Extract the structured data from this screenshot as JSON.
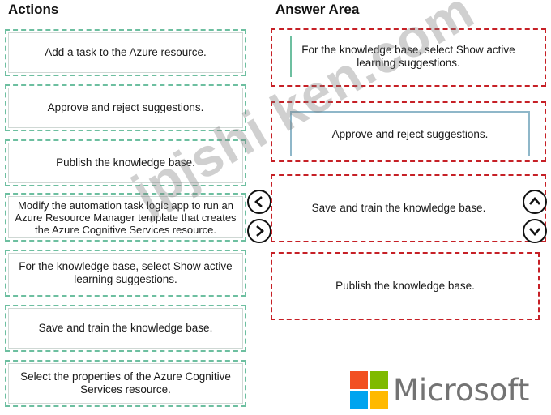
{
  "actions_heading": "Actions",
  "answer_heading": "Answer Area",
  "actions": [
    "Add a task to the Azure resource.",
    "Approve and reject suggestions.",
    "Publish the knowledge base.",
    "Modify the automation task logic app to run an Azure Resource Manager template that creates the Azure Cognitive Services resource.",
    "For the knowledge base, select Show active learning suggestions.",
    "Save and train the knowledge base.",
    "Select the properties of the Azure Cognitive Services resource."
  ],
  "answers": [
    "For the knowledge base, select Show active learning suggestions.",
    "Approve and reject suggestions.",
    "Save and train the knowledge base.",
    "Publish the knowledge base."
  ],
  "watermark": "jpjshi ken.com",
  "logo": {
    "text": "Microsoft",
    "colors": [
      "#f25022",
      "#7fba00",
      "#00a4ef",
      "#ffb900"
    ]
  }
}
